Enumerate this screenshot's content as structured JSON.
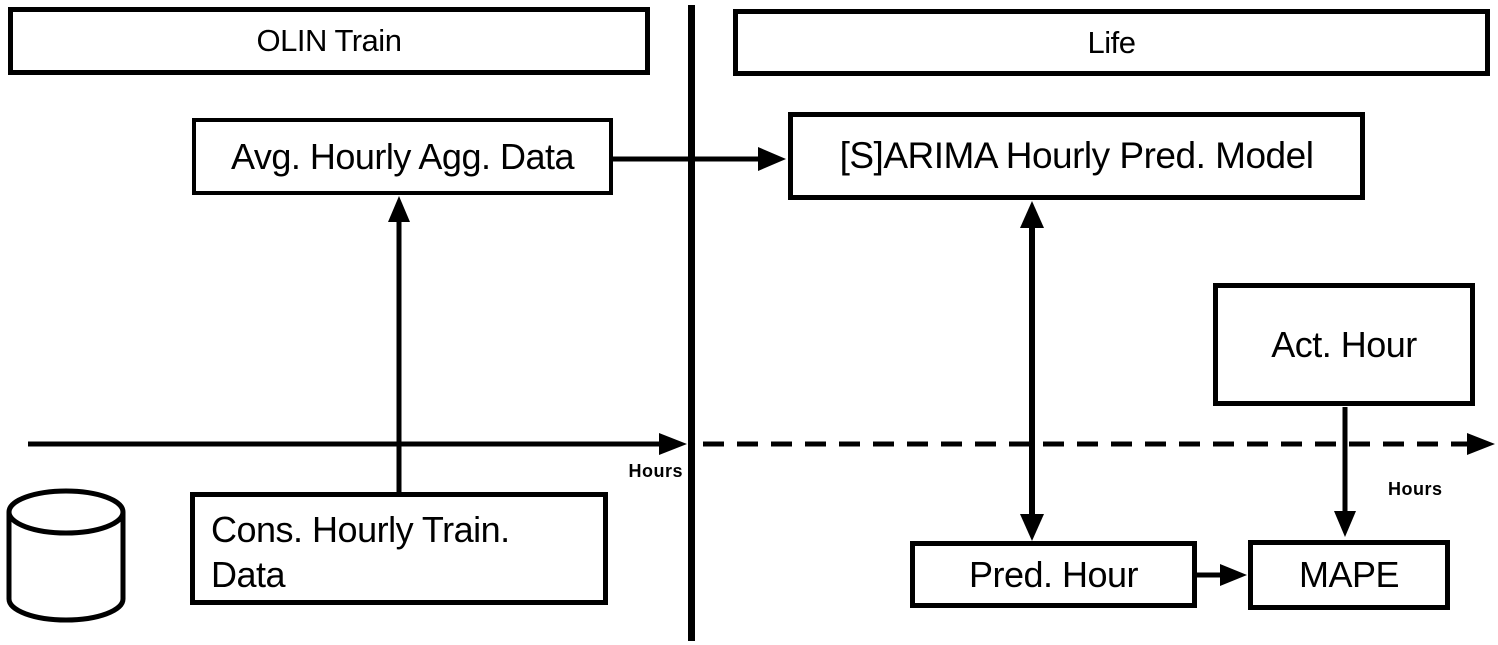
{
  "diagram": {
    "sections": {
      "train": {
        "title": "OLIN Train"
      },
      "life": {
        "title": "Life"
      }
    },
    "nodes": {
      "avg": {
        "label": "Avg. Hourly Agg. Data"
      },
      "cons": {
        "label": "Cons. Hourly Train. Data"
      },
      "sarima": {
        "label": "[S]ARIMA Hourly Pred. Model"
      },
      "act": {
        "label": "Act. Hour"
      },
      "pred": {
        "label": "Pred. Hour"
      },
      "mape": {
        "label": "MAPE"
      }
    },
    "axes": {
      "train_axis": {
        "label": "Hours",
        "style": "solid"
      },
      "life_axis": {
        "label": "Hours",
        "style": "dashed"
      }
    },
    "icons": {
      "database": "database-cylinder-icon"
    },
    "colors": {
      "foreground": "#000000",
      "background": "#ffffff"
    }
  }
}
